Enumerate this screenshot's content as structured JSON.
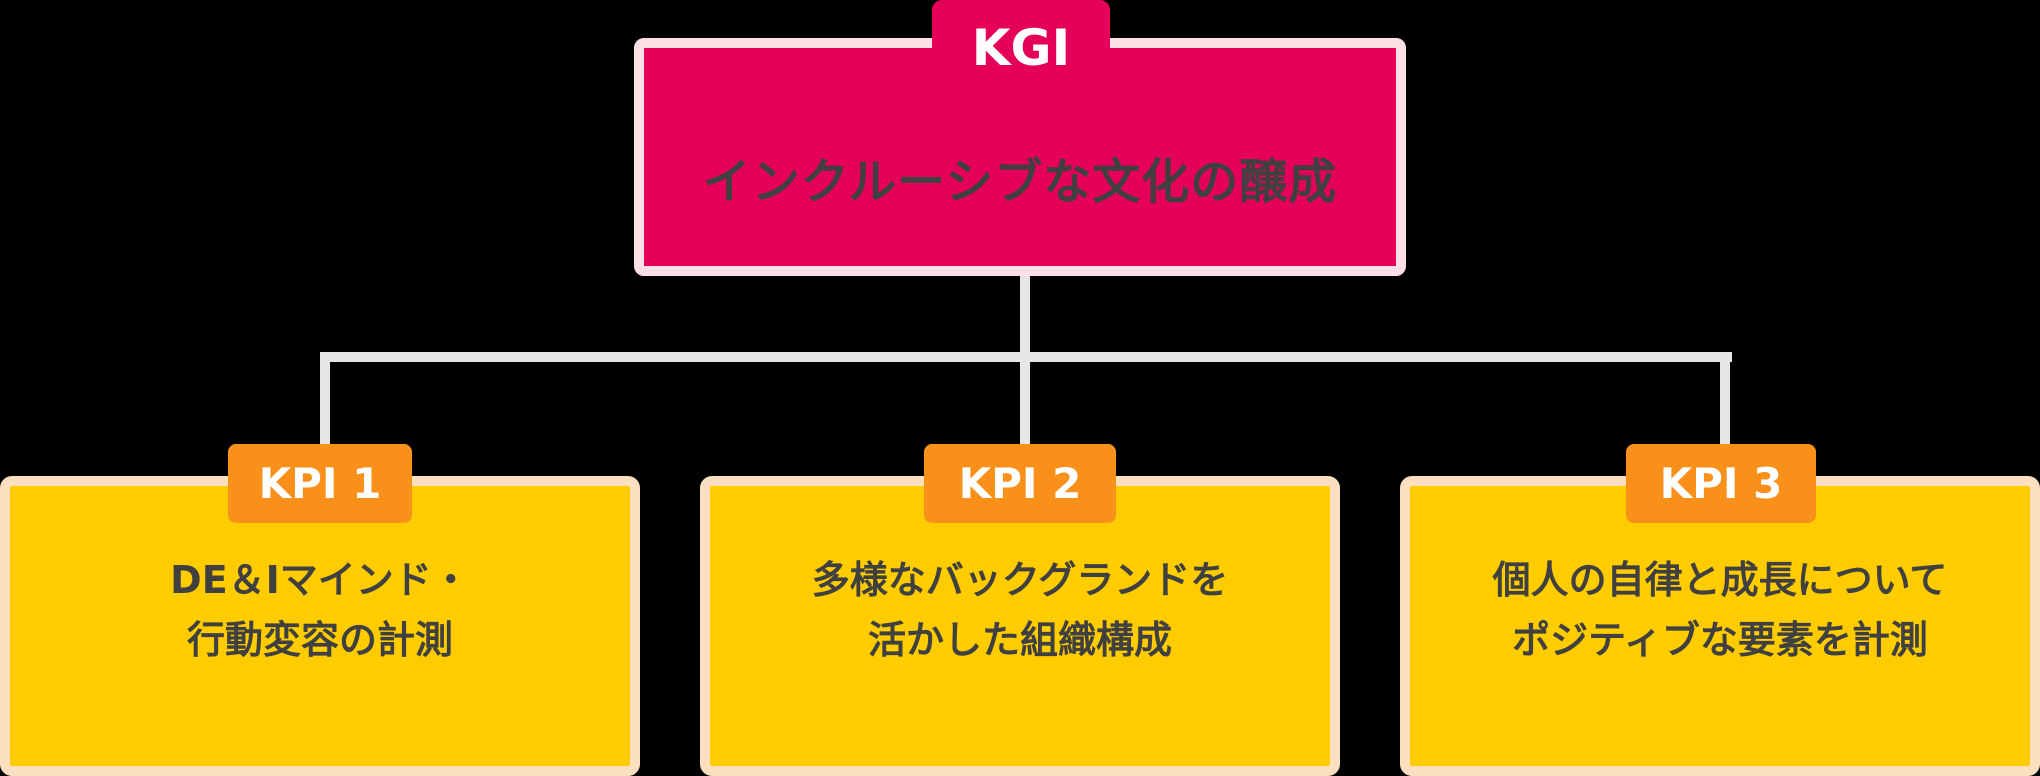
{
  "colors": {
    "background": "#000000",
    "kgi_fill": "#e5005a",
    "kgi_border": "#fde0e6",
    "kpi_fill": "#ffcc00",
    "kpi_border": "#fbdfc0",
    "kpi_tab": "#f8901a",
    "connector": "#e6e6e6",
    "text_dark": "#404040",
    "text_light": "#ffffff"
  },
  "kgi": {
    "tab_label": "KGI",
    "title": "インクルーシブな文化の醸成"
  },
  "kpis": [
    {
      "tab_label": "KPI 1",
      "line1": "DE＆Iマインド・",
      "line2": "行動変容の計測"
    },
    {
      "tab_label": "KPI 2",
      "line1": "多様なバックグランドを",
      "line2": "活かした組織構成"
    },
    {
      "tab_label": "KPI 3",
      "line1": "個人の自律と成長について",
      "line2": "ポジティブな要素を計測"
    }
  ]
}
